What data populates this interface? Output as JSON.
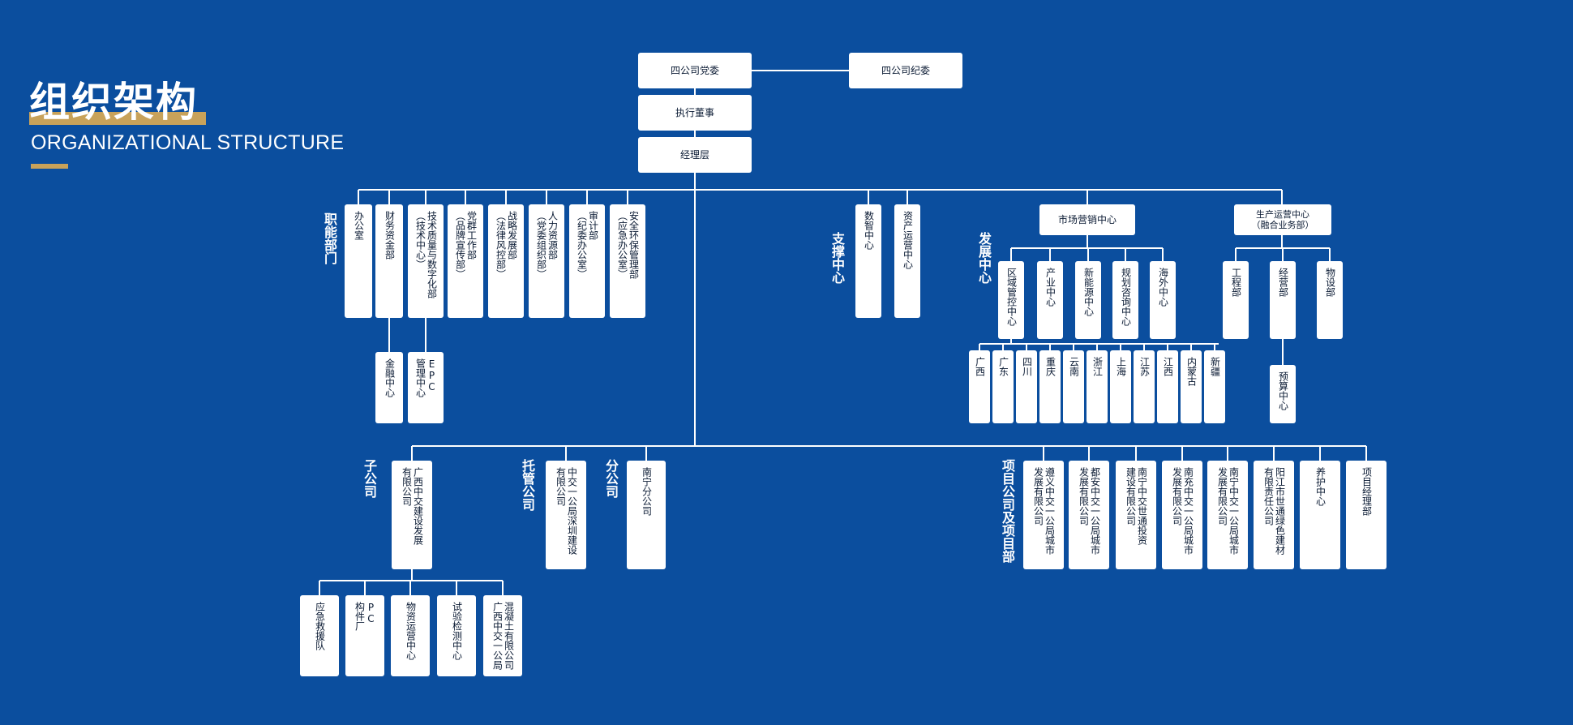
{
  "title": {
    "cn": "组织架构",
    "en": "ORGANIZATIONAL STRUCTURE"
  },
  "colors": {
    "background": "#0B4E9E",
    "accent": "#C8A25A",
    "box": "#FFFFFF",
    "line": "#FFFFFF"
  },
  "top": {
    "party": "四公司党委",
    "discipline": "四公司纪委",
    "director": "执行董事",
    "management": "经理层"
  },
  "groups": {
    "functional": "职能部门",
    "support": "支撑中心",
    "development": "发展中心",
    "subsidiary": "子公司",
    "trust": "托管公司",
    "branch": "分公司",
    "project": "项目公司及项目部"
  },
  "functional_depts": [
    {
      "cols": [
        "办公室"
      ]
    },
    {
      "cols": [
        "财务资金部"
      ]
    },
    {
      "cols": [
        "技术质量与数字化部",
        "（技术中心）"
      ]
    },
    {
      "cols": [
        "党群工作部",
        "（品牌宣传部）"
      ]
    },
    {
      "cols": [
        "战略发展部",
        "（法律风控部）"
      ]
    },
    {
      "cols": [
        "人力资源部",
        "（党委组织部）"
      ]
    },
    {
      "cols": [
        "审计部",
        "（纪委办公室）"
      ]
    },
    {
      "cols": [
        "安全环保管理部",
        "（应急办公室）"
      ]
    }
  ],
  "finance_center": {
    "cols": [
      "金融中心"
    ]
  },
  "epc_center": {
    "cols": [
      "EPC",
      "管理中心"
    ]
  },
  "support_centers": [
    {
      "cols": [
        "数智中心"
      ]
    },
    {
      "cols": [
        "资产运营中心"
      ]
    }
  ],
  "market_center": "市场营销中心",
  "production_center": "生产运营中心\n（融合业务部）",
  "market_subs": [
    {
      "cols": [
        "区域管控中心"
      ]
    },
    {
      "cols": [
        "产业中心"
      ]
    },
    {
      "cols": [
        "新能源中心"
      ]
    },
    {
      "cols": [
        "规划咨询中心"
      ]
    },
    {
      "cols": [
        "海外中心"
      ]
    }
  ],
  "regions": [
    {
      "cols": [
        "广西"
      ]
    },
    {
      "cols": [
        "广东"
      ]
    },
    {
      "cols": [
        "四川"
      ]
    },
    {
      "cols": [
        "重庆"
      ]
    },
    {
      "cols": [
        "云南"
      ]
    },
    {
      "cols": [
        "浙江"
      ]
    },
    {
      "cols": [
        "上海"
      ]
    },
    {
      "cols": [
        "江苏"
      ]
    },
    {
      "cols": [
        "江西"
      ]
    },
    {
      "cols": [
        "内蒙古"
      ]
    },
    {
      "cols": [
        "新疆"
      ]
    }
  ],
  "production_subs": [
    {
      "cols": [
        "工程部"
      ]
    },
    {
      "cols": [
        "经营部"
      ]
    },
    {
      "cols": [
        "物设部"
      ]
    }
  ],
  "budget_center": {
    "cols": [
      "预算中心"
    ]
  },
  "subsidiary": {
    "cols": [
      "广西中交建设发展",
      "有限公司"
    ]
  },
  "subsidiary_subs": [
    {
      "cols": [
        "应急救援队"
      ]
    },
    {
      "cols": [
        "PC",
        "构件厂"
      ]
    },
    {
      "cols": [
        "物资运营中心"
      ]
    },
    {
      "cols": [
        "试验检测中心"
      ]
    },
    {
      "cols": [
        "混凝土有限公司",
        "广西中交一公局"
      ]
    }
  ],
  "trust_company": {
    "cols": [
      "中交一公局深圳建设",
      "有限公司"
    ]
  },
  "branch_company": {
    "cols": [
      "南宁分公司"
    ]
  },
  "project_companies": [
    {
      "cols": [
        "遵义中交一公局城市",
        "发展有限公司"
      ]
    },
    {
      "cols": [
        "都安中交一公局城市",
        "发展有限公司"
      ]
    },
    {
      "cols": [
        "南宁中交世通投资",
        "建设有限公司"
      ]
    },
    {
      "cols": [
        "南充中交一公局城市",
        "发展有限公司"
      ]
    },
    {
      "cols": [
        "南宁中交一公局城市",
        "发展有限公司"
      ]
    },
    {
      "cols": [
        "阳江市世通绿色建材",
        "有限责任公司"
      ]
    },
    {
      "cols": [
        "养护中心"
      ]
    },
    {
      "cols": [
        "项目经理部"
      ]
    }
  ]
}
